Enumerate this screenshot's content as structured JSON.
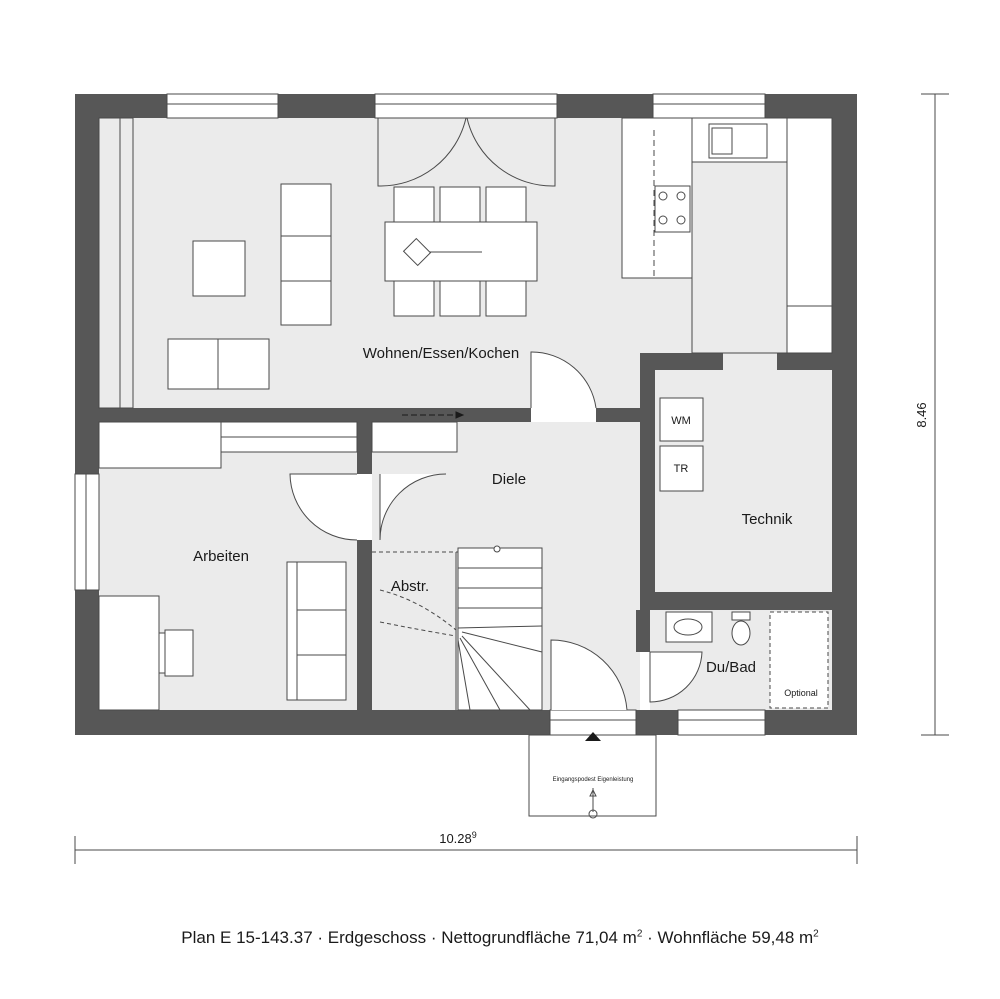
{
  "rooms": {
    "living": "Wohnen/Essen/Kochen",
    "hall": "Diele",
    "technik": "Technik",
    "office": "Arbeiten",
    "storage": "Abstr.",
    "bath": "Du/Bad"
  },
  "fixtures": {
    "washer": "WM",
    "dryer": "TR",
    "optional": "Optional",
    "entrance_landing": "Eingangspodest Eigenleistung"
  },
  "dimensions": {
    "width": "10.28",
    "width_sup": "9",
    "height": "8.46"
  },
  "caption": {
    "plan": "Plan E 15-143.37",
    "floor": "Erdgeschoss",
    "net_area": "Nettogrundfläche 71,04 m",
    "living_area": "Wohnfläche 59,48 m",
    "sup": "2",
    "separator": "·"
  },
  "colors": {
    "wall": "#575757",
    "floor": "#ebebeb",
    "line": "#4a4a4a"
  }
}
